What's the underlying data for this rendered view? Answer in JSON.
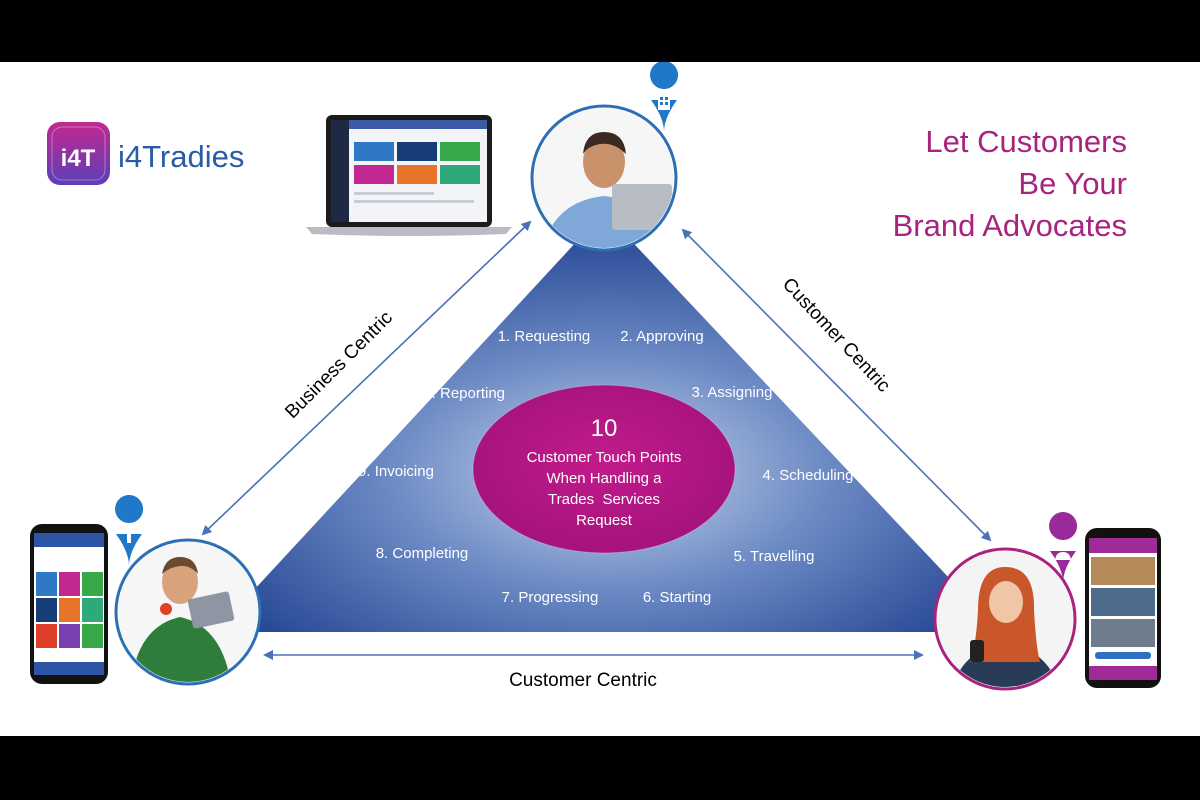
{
  "brand": {
    "name": "i4Tradies",
    "logo_glyph": "i4T",
    "accent": "#a8237e"
  },
  "headline": [
    "Let Customers",
    "Be Your",
    "Brand Advocates"
  ],
  "center": {
    "number": "10",
    "lines": [
      "Customer Touch Points",
      "When Handling a",
      "Trades  Services",
      "Request"
    ],
    "color": "#b0177f"
  },
  "steps": [
    "1. Requesting",
    "2. Approving",
    "3. Assigning",
    "4. Scheduling",
    "5. Travelling",
    "6. Starting",
    "7. Progressing",
    "8. Completing",
    "9. Invoicing",
    "10. Reporting"
  ],
  "edges": {
    "left": "Business Centric",
    "right": "Customer Centric",
    "bottom": "Customer Centric"
  },
  "colors": {
    "triangle_dark": "#1d3f8f",
    "triangle_light": "#c9d5ea",
    "arrow": "#4a72b8",
    "marker_blue": "#1f78c8",
    "marker_purple": "#9a2a9a"
  },
  "icons": {
    "top": "building-icon",
    "left": "tradie-hammer-icon",
    "right": "customer-person-icon"
  }
}
